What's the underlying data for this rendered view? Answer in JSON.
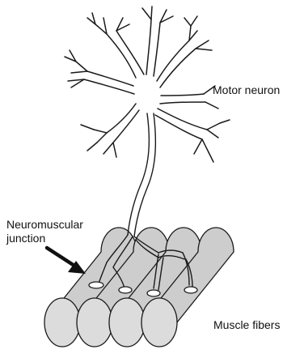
{
  "labels": {
    "motor_neuron": "Motor neuron",
    "neuromuscular_junction": "Neuromuscular\njunction",
    "muscle_fibers": "Muscle fibers"
  },
  "colors": {
    "fiber_fill": "#cdcdcd",
    "fiber_end": "#dcdcdc",
    "outline": "#1a1a1a",
    "background": "#ffffff"
  }
}
